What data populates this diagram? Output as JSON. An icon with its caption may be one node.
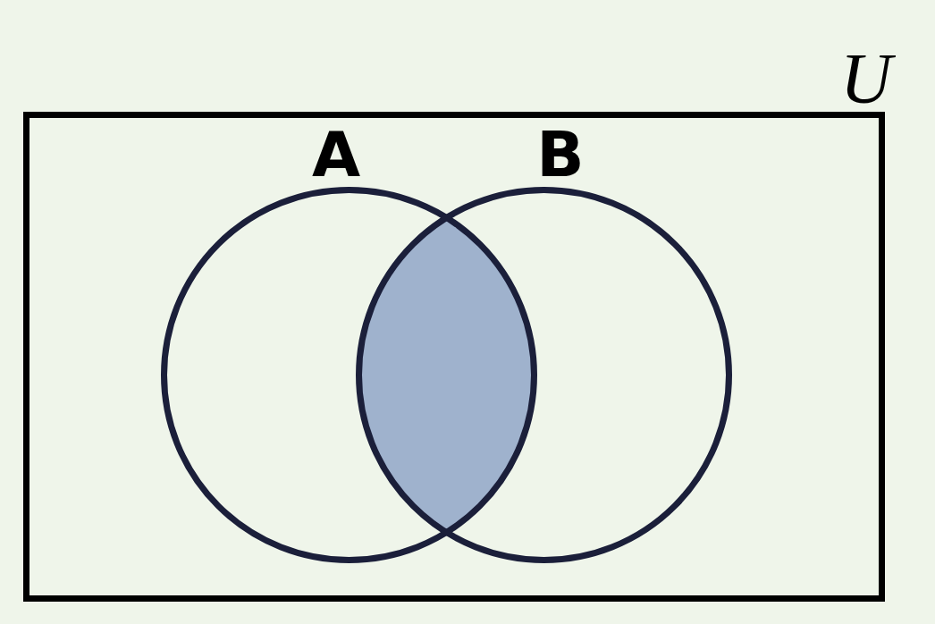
{
  "diagram": {
    "nodes": [
      {
        "text": [
          "U"
        ]
      },
      {
        "text": [
          "A"
        ],
        "in": 0
      },
      {
        "text": [
          "B"
        ],
        "in": 0
      },
      {
        "text": [],
        "shape": "lens"
      }
    ]
  }
}
